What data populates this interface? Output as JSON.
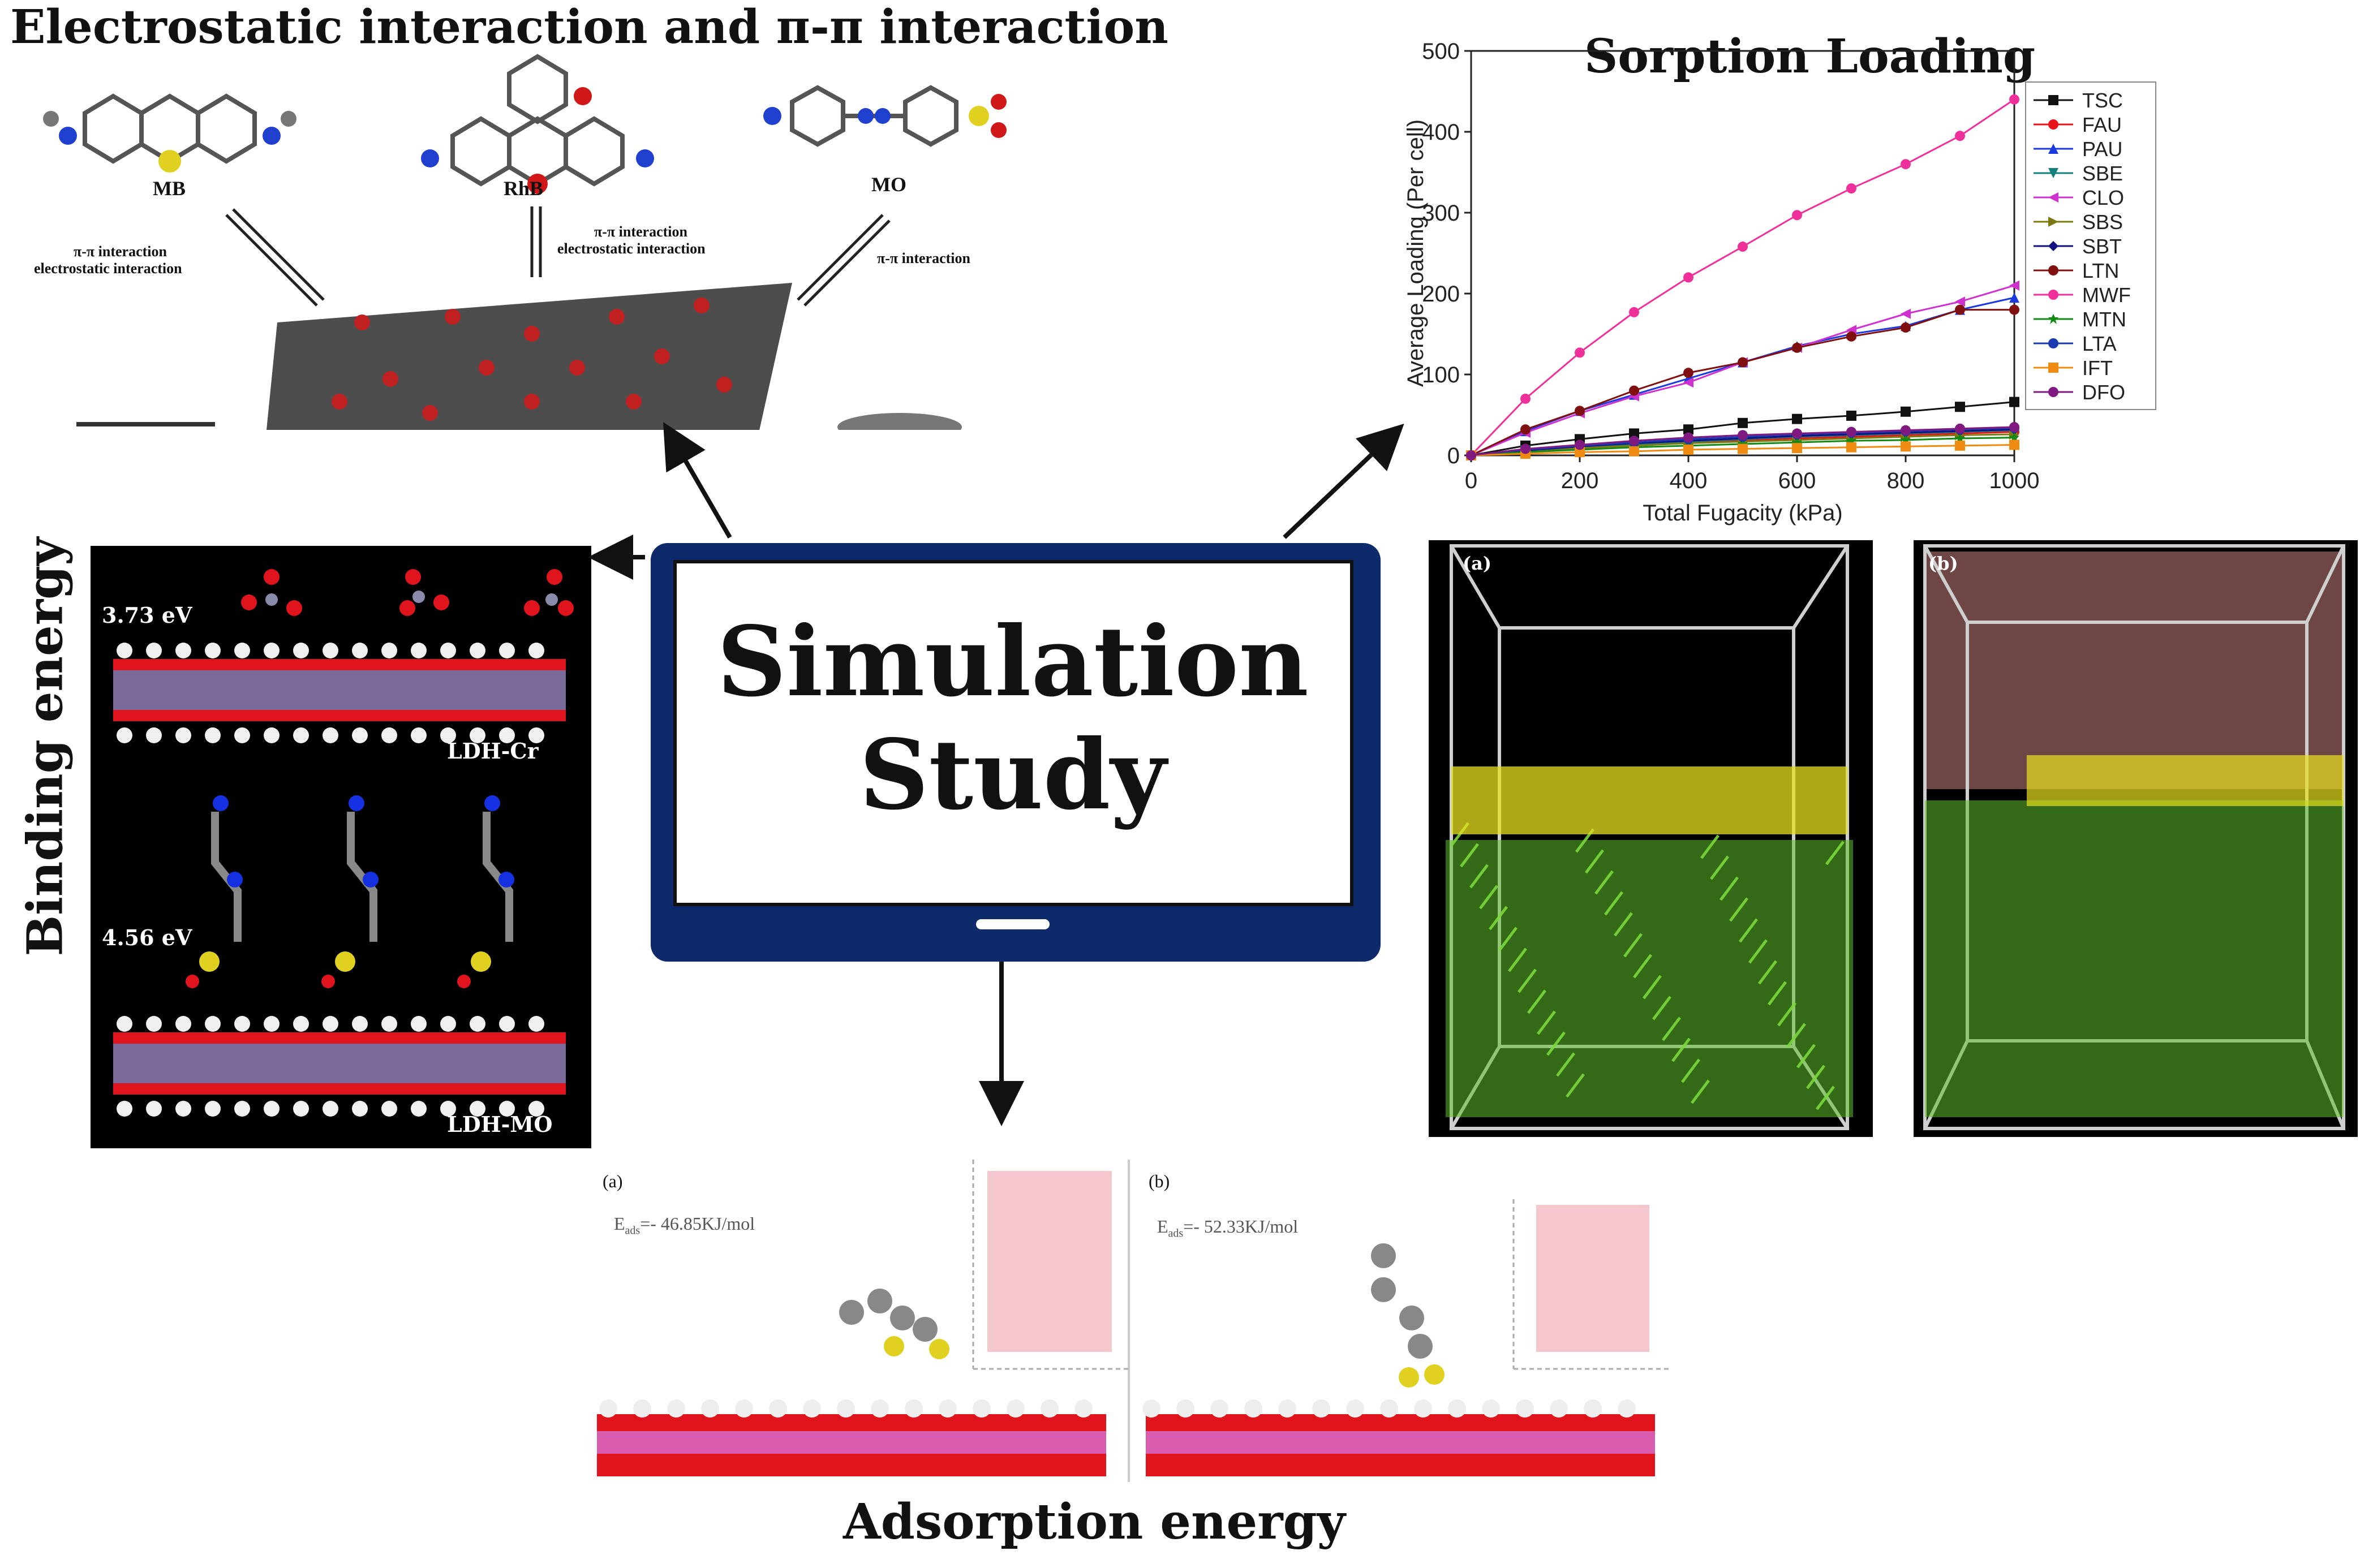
{
  "headings": {
    "electrostatic": "Electrostatic interaction and π-π interaction",
    "sorption": "Sorption Loading",
    "binding": "Binding energy",
    "adsorption": "Adsorption energy"
  },
  "center": {
    "line1": "Simulation",
    "line2": "Study"
  },
  "molecules_panel": {
    "mb": "MB",
    "rhb": "RhB",
    "mo": "MO",
    "left_text_1": "π-π interaction",
    "left_text_2": "electrostatic interaction",
    "mid_text_1": "π-π interaction",
    "mid_text_2": "electrostatic interaction",
    "right_text": "π-π interaction"
  },
  "binding_panel": {
    "energy_top": "3.73 eV",
    "label_top": "LDH-Cr",
    "energy_bottom": "4.56 eV",
    "label_bottom": "LDH-MO"
  },
  "md_panels": {
    "a_label": "(a)",
    "b_label": "(b)"
  },
  "adsorption_panel": {
    "a_label": "(a)",
    "a_energy": "E",
    "a_sub": "ads",
    "a_value": "=- 46.85KJ/mol",
    "b_label": "(b)",
    "b_energy": "E",
    "b_sub": "ads",
    "b_value": "=- 52.33KJ/mol"
  },
  "colors": {
    "tablet_frame": "#0d2a6a",
    "oxygen_red": "#e0141c",
    "metal_pink": "#d868c8",
    "graphene_gray": "#444444",
    "md_green": "#5fbf2a",
    "md_yellow": "#e8e020"
  },
  "chart_data": {
    "type": "line",
    "title": "Sorption Loading",
    "xlabel": "Total Fugacity (kPa)",
    "ylabel": "Average Loading (Per cell)",
    "xlim": [
      0,
      1000
    ],
    "ylim": [
      0,
      500
    ],
    "xticks": [
      "0",
      "200",
      "400",
      "600",
      "800",
      "1000"
    ],
    "yticks": [
      "0",
      "100",
      "200",
      "300",
      "400",
      "500"
    ],
    "legend_position": "right",
    "x": [
      0,
      100,
      200,
      300,
      400,
      500,
      600,
      700,
      800,
      900,
      1000
    ],
    "series": [
      {
        "name": "TSC",
        "color": "#111111",
        "marker": "square",
        "values": [
          0,
          12,
          20,
          27,
          32,
          40,
          45,
          49,
          54,
          60,
          66
        ]
      },
      {
        "name": "FAU",
        "color": "#e8141c",
        "marker": "circle",
        "values": [
          0,
          5,
          9,
          13,
          16,
          19,
          21,
          23,
          25,
          27,
          29
        ]
      },
      {
        "name": "PAU",
        "color": "#1a3ae0",
        "marker": "triangle-up",
        "values": [
          0,
          30,
          55,
          75,
          95,
          115,
          135,
          150,
          160,
          180,
          195
        ]
      },
      {
        "name": "SBE",
        "color": "#138080",
        "marker": "triangle-down",
        "values": [
          0,
          6,
          10,
          14,
          17,
          20,
          23,
          25,
          27,
          29,
          31
        ]
      },
      {
        "name": "CLO",
        "color": "#d030d0",
        "marker": "triangle-left",
        "values": [
          0,
          28,
          52,
          73,
          90,
          115,
          133,
          155,
          175,
          190,
          210
        ]
      },
      {
        "name": "SBS",
        "color": "#7a7a10",
        "marker": "triangle-right",
        "values": [
          0,
          5,
          9,
          12,
          15,
          17,
          19,
          21,
          23,
          25,
          26
        ]
      },
      {
        "name": "SBT",
        "color": "#101080",
        "marker": "diamond",
        "values": [
          0,
          6,
          11,
          15,
          18,
          21,
          24,
          26,
          28,
          30,
          32
        ]
      },
      {
        "name": "LTN",
        "color": "#801010",
        "marker": "hexagon",
        "values": [
          0,
          32,
          55,
          80,
          102,
          115,
          133,
          147,
          158,
          180,
          180
        ]
      },
      {
        "name": "MWF",
        "color": "#f0309a",
        "marker": "circle",
        "values": [
          0,
          70,
          127,
          177,
          220,
          258,
          297,
          330,
          360,
          395,
          440
        ]
      },
      {
        "name": "MTN",
        "color": "#138a13",
        "marker": "star",
        "values": [
          0,
          4,
          7,
          10,
          12,
          14,
          16,
          18,
          19,
          21,
          22
        ]
      },
      {
        "name": "LTA",
        "color": "#1a3ab0",
        "marker": "circle-half",
        "values": [
          0,
          7,
          12,
          16,
          20,
          23,
          26,
          28,
          30,
          32,
          34
        ]
      },
      {
        "name": "IFT",
        "color": "#f08a10",
        "marker": "square",
        "values": [
          0,
          2,
          4,
          5,
          7,
          8,
          9,
          10,
          11,
          12,
          13
        ]
      },
      {
        "name": "DFO",
        "color": "#801a80",
        "marker": "hexagon",
        "values": [
          0,
          8,
          13,
          18,
          22,
          25,
          27,
          29,
          31,
          33,
          35
        ]
      }
    ]
  }
}
